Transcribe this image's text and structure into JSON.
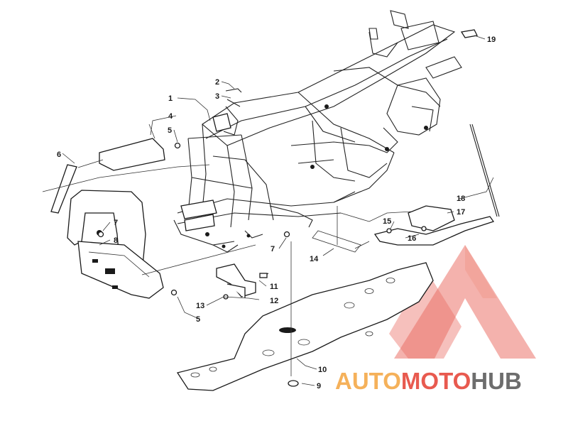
{
  "callouts": [
    {
      "id": "1",
      "label": "1"
    },
    {
      "id": "2",
      "label": "2"
    },
    {
      "id": "3",
      "label": "3"
    },
    {
      "id": "4",
      "label": "4"
    },
    {
      "id": "5a",
      "label": "5"
    },
    {
      "id": "5b",
      "label": "5"
    },
    {
      "id": "6",
      "label": "6"
    },
    {
      "id": "7a",
      "label": "7"
    },
    {
      "id": "7b",
      "label": "7"
    },
    {
      "id": "8",
      "label": "8"
    },
    {
      "id": "9",
      "label": "9"
    },
    {
      "id": "10",
      "label": "10"
    },
    {
      "id": "11",
      "label": "11"
    },
    {
      "id": "12",
      "label": "12"
    },
    {
      "id": "13",
      "label": "13"
    },
    {
      "id": "14",
      "label": "14"
    },
    {
      "id": "15",
      "label": "15"
    },
    {
      "id": "16",
      "label": "16"
    },
    {
      "id": "17",
      "label": "17"
    },
    {
      "id": "18",
      "label": "18"
    },
    {
      "id": "19",
      "label": "19"
    }
  ],
  "watermark": {
    "part1": "AUTO",
    "part2": "MOTO",
    "part3": "HUB",
    "color_orange": "#f5b15a",
    "color_red": "#e85a4f",
    "color_gray": "#6d6d6d"
  }
}
